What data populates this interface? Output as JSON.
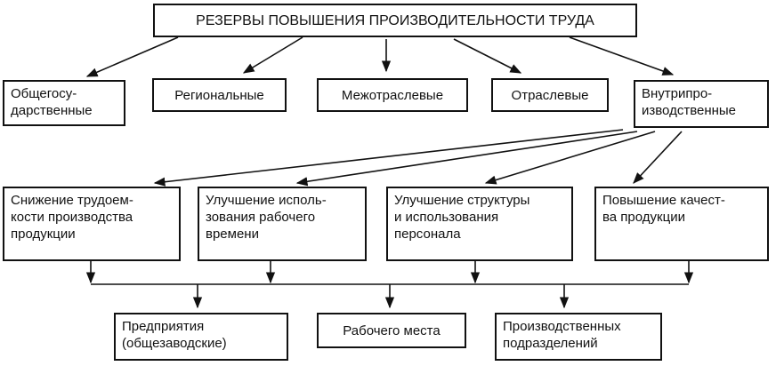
{
  "title": "РЕЗЕРВЫ ПОВЫШЕНИЯ ПРОИЗВОДИТЕЛЬНОСТИ ТРУДА",
  "levels": [
    "Общегосу-\nдарственные",
    "Региональные",
    "Межотраслевые",
    "Отраслевые",
    "Внутрипро-\nизводственные"
  ],
  "directions": [
    "Снижение трудоем-\nкости производства\nпродукции",
    "Улучшение исполь-\nзования рабочего\nвремени",
    "Улучшение структуры\nи использования\nперсонала",
    "Повышение качест-\nва продукции"
  ],
  "places": [
    "Предприятия\n(общезаводские)",
    "Рабочего места",
    "Производственных\nподразделений"
  ]
}
